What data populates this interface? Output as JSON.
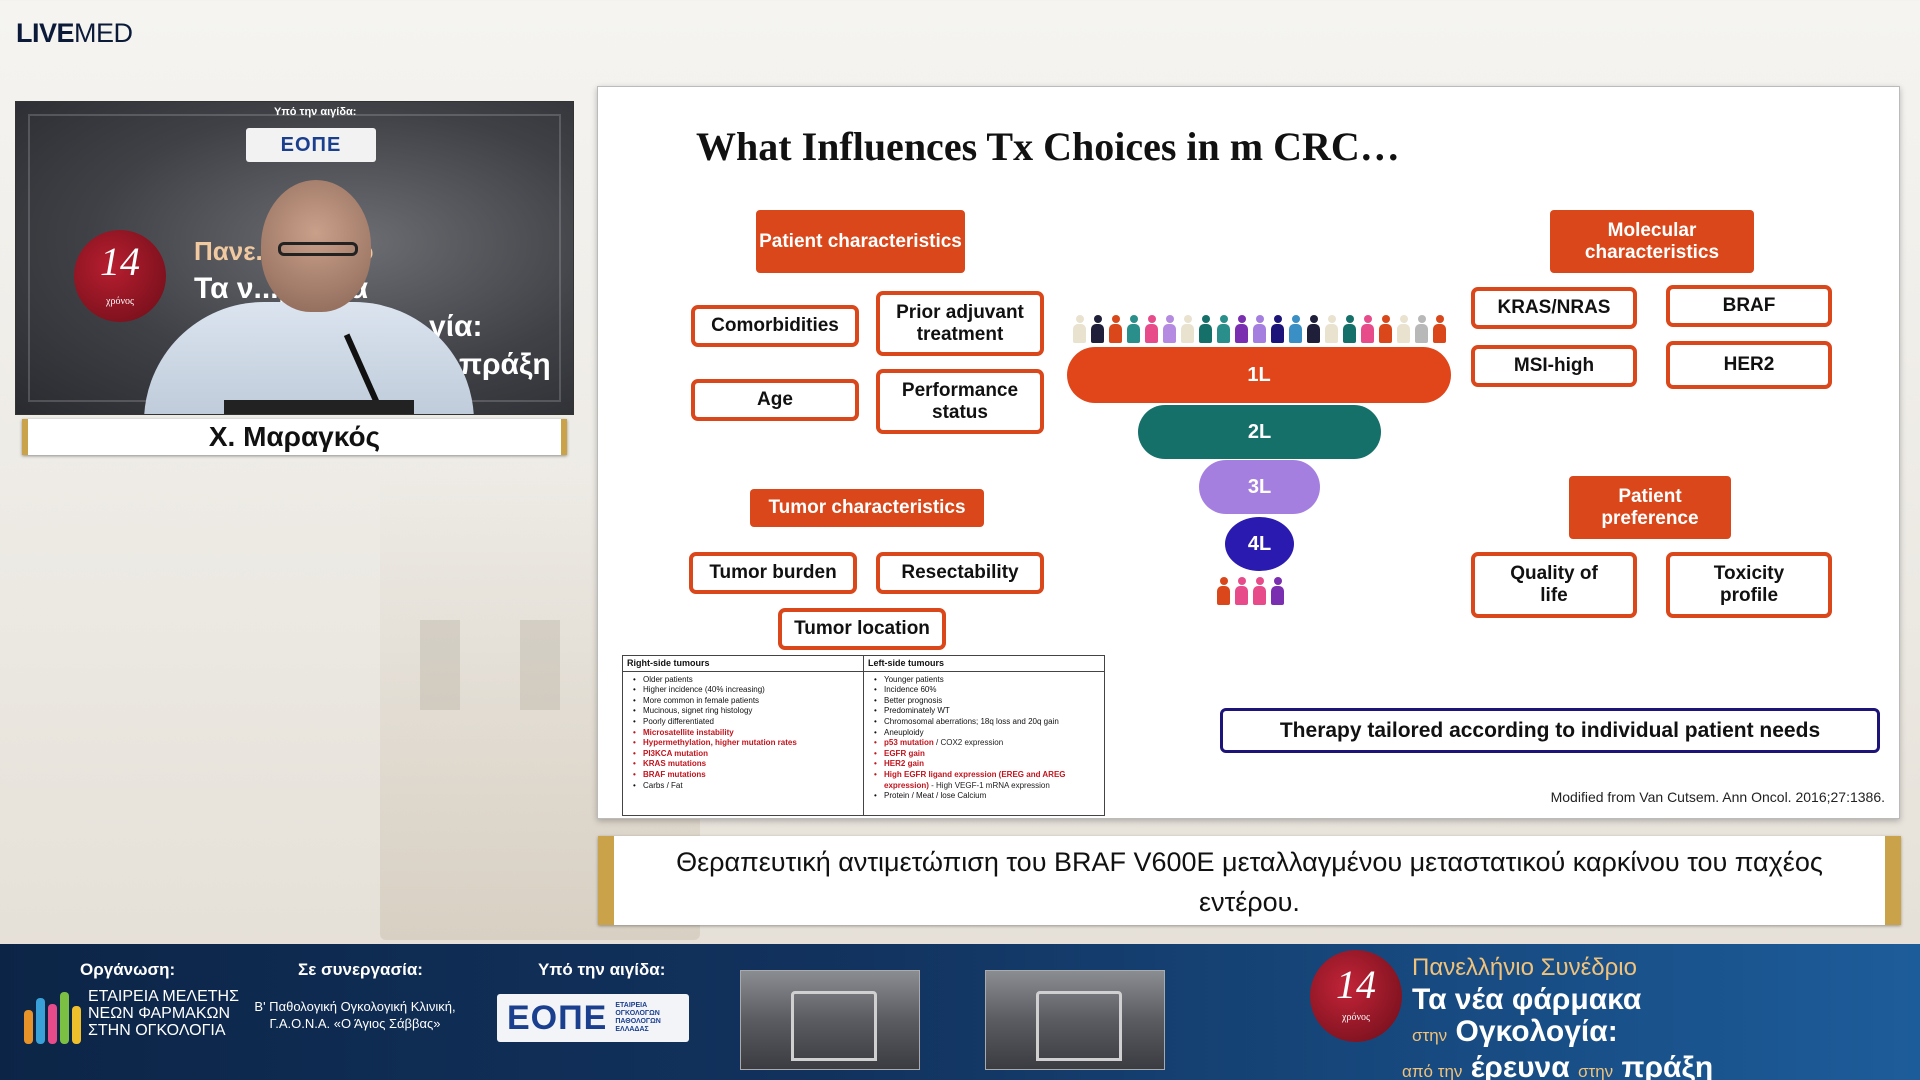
{
  "brand": {
    "bold": "LIVE",
    "rest": "MED"
  },
  "video": {
    "aegis_label": "Υπό την αιγίδα:",
    "epe_logo_text": "ΕΟΠΕ",
    "seal_number": "14",
    "seal_word": "χρόνος",
    "title_line1": "Πανε...υνέδριο",
    "title_line2": "Τα ν...ρμακα",
    "title_line3": "...γία:",
    "title_line4": "...πράξη"
  },
  "speaker_name": "Χ. Μαραγκός",
  "slide": {
    "title": "What Influences Tx Choices in m CRC…",
    "patient_header": "Patient characteristics",
    "patient_chips": [
      "Comorbidities",
      "Prior adjuvant treatment",
      "Age",
      "Performance status"
    ],
    "tumor_header": "Tumor characteristics",
    "tumor_chips": [
      "Tumor burden",
      "Resectability",
      "Tumor location"
    ],
    "molecular_header": "Molecular characteristics",
    "molecular_chips": [
      "KRAS/NRAS",
      "BRAF",
      "MSI-high",
      "HER2"
    ],
    "preference_header": "Patient preference",
    "preference_chips": [
      "Quality of life",
      "Toxicity profile"
    ],
    "lines": [
      "1L",
      "2L",
      "3L",
      "4L"
    ],
    "line_colors": [
      "#e0461a",
      "#16706a",
      "#a57fe0",
      "#2a1ab0"
    ],
    "table": {
      "left_header": "Right-side tumours",
      "left_items": [
        {
          "text": "Older patients",
          "red": false
        },
        {
          "text": "Higher incidence (40% increasing)",
          "red": false
        },
        {
          "text": "More common in female patients",
          "red": false
        },
        {
          "text": "Mucinous, signet ring histology",
          "red": false
        },
        {
          "text": "Poorly differentiated",
          "red": false
        },
        {
          "text": "Microsatellite instability",
          "red": true
        },
        {
          "text": "Hypermethylation, higher mutation rates",
          "red": true
        },
        {
          "text": "PI3KCA mutation",
          "red": true
        },
        {
          "text": "KRAS mutations",
          "red": true
        },
        {
          "text": "BRAF mutations",
          "red": true
        },
        {
          "text": "Carbs / Fat",
          "red": false
        }
      ],
      "right_header": "Left-side tumours",
      "right_items": [
        {
          "text": "Younger patients",
          "red": false
        },
        {
          "text": "Incidence 60%",
          "red": false
        },
        {
          "text": "Better prognosis",
          "red": false
        },
        {
          "text": "Predominately WT",
          "red": false
        },
        {
          "text": "Chromosomal aberrations; 18q loss and 20q gain",
          "red": false
        },
        {
          "text": "Aneuploidy",
          "red": false
        },
        {
          "text": "p53 mutation",
          "red": true,
          "suffix": " / COX2 expression"
        },
        {
          "text": "EGFR gain",
          "red": true
        },
        {
          "text": "HER2 gain",
          "red": true
        },
        {
          "text": "High EGFR ligand expression (EREG and AREG expression)",
          "red": true,
          "suffix": " - High VEGF-1 mRNA expression"
        },
        {
          "text": "Protein / Meat / lose Calcium",
          "red": false
        }
      ]
    },
    "therapy_box": "Therapy tailored according to individual patient needs",
    "source": "Modified from Van Cutsem. Ann Oncol. 2016;27:1386."
  },
  "subtitle": "Θεραπευτική αντιμετώπιση του BRAF V600E μεταλλαγμένου μεταστατικού καρκίνου του παχέος εντέρου.",
  "footer": {
    "org_label": "Οργάνωση:",
    "org_text_1": "ΕΤΑΙΡΕΙΑ ΜΕΛΕΤΗΣ",
    "org_text_2": "ΝΕΩΝ ΦΑΡΜΑΚΩΝ",
    "org_text_3": "ΣΤΗΝ ΟΓΚΟΛΟΓΙΑ",
    "collab_label": "Σε συνεργασία:",
    "collab_text_1": "Β' Παθολογική Ογκολογική Κλινική,",
    "collab_text_2": "Γ.Α.Ο.Ν.Α. «Ο Άγιος Σάββας»",
    "aegis_label": "Υπό την αιγίδα:",
    "epe_text": "ΕΟΠΕ",
    "epe_small_1": "ΕΤΑΙΡΕΙΑ",
    "epe_small_2": "ΟΓΚΟΛΟΓΩΝ",
    "epe_small_3": "ΠΑΘΟΛΟΓΩΝ",
    "epe_small_4": "ΕΛΛΑΔΑΣ",
    "seal_number": "14",
    "seal_word": "χρόνος",
    "event_line1": "Πανελλήνιο Συνέδριο",
    "event_line2": "Τα νέα φάρμακα",
    "event_line3_small": "στην",
    "event_line3": "Ογκολογία:",
    "event_line4_small_a": "από την",
    "event_line4_a": "έρευνα",
    "event_line4_small_b": "στην",
    "event_line4_b": "πράξη"
  }
}
